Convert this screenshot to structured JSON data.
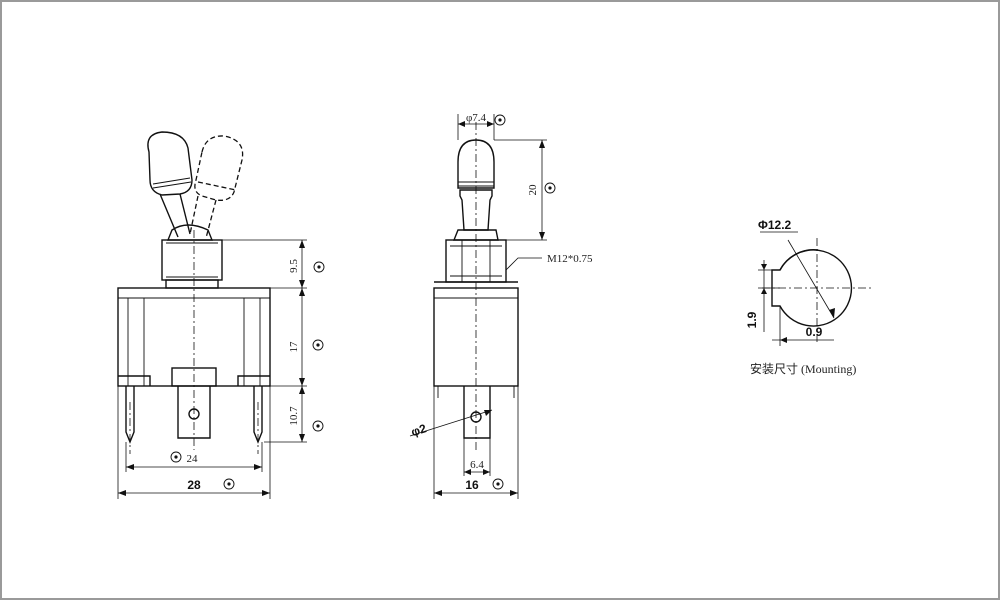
{
  "dimensions": {
    "front_width_outer": "28",
    "front_width_pins": "24",
    "front_height_bushing": "9.5",
    "front_height_body": "17",
    "front_height_terminal": "10.7",
    "side_lever_dia": "φ7.4",
    "side_lever_len": "20",
    "side_thread": "M12*0.75",
    "side_hole_dia": "φ2",
    "side_terminal_width": "6.4",
    "side_width": "16",
    "mount_dia": "Φ12.2",
    "mount_flat": "1.9",
    "mount_key": "0.9"
  },
  "mounting_caption": "安装尺寸 (Mounting)"
}
